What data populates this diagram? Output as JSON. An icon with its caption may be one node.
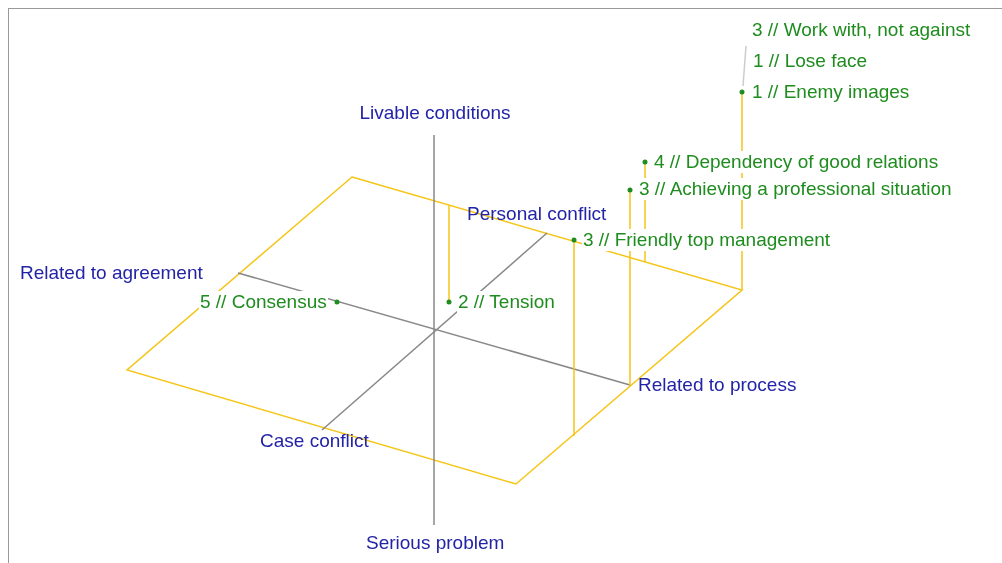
{
  "diagram": {
    "labels": [
      "3 // Work with, not against",
      "1 // Lose face",
      "1 // Enemy images",
      "Livable conditions",
      "4 // Dependency of good relations",
      "3 // Achieving a professional situation",
      "Personal conflict",
      "3 // Friendly top management",
      "Related to agreement",
      "5 // Consensus",
      "2 // Tension",
      "Related to process",
      "Case conflict",
      "Serious problem"
    ]
  }
}
